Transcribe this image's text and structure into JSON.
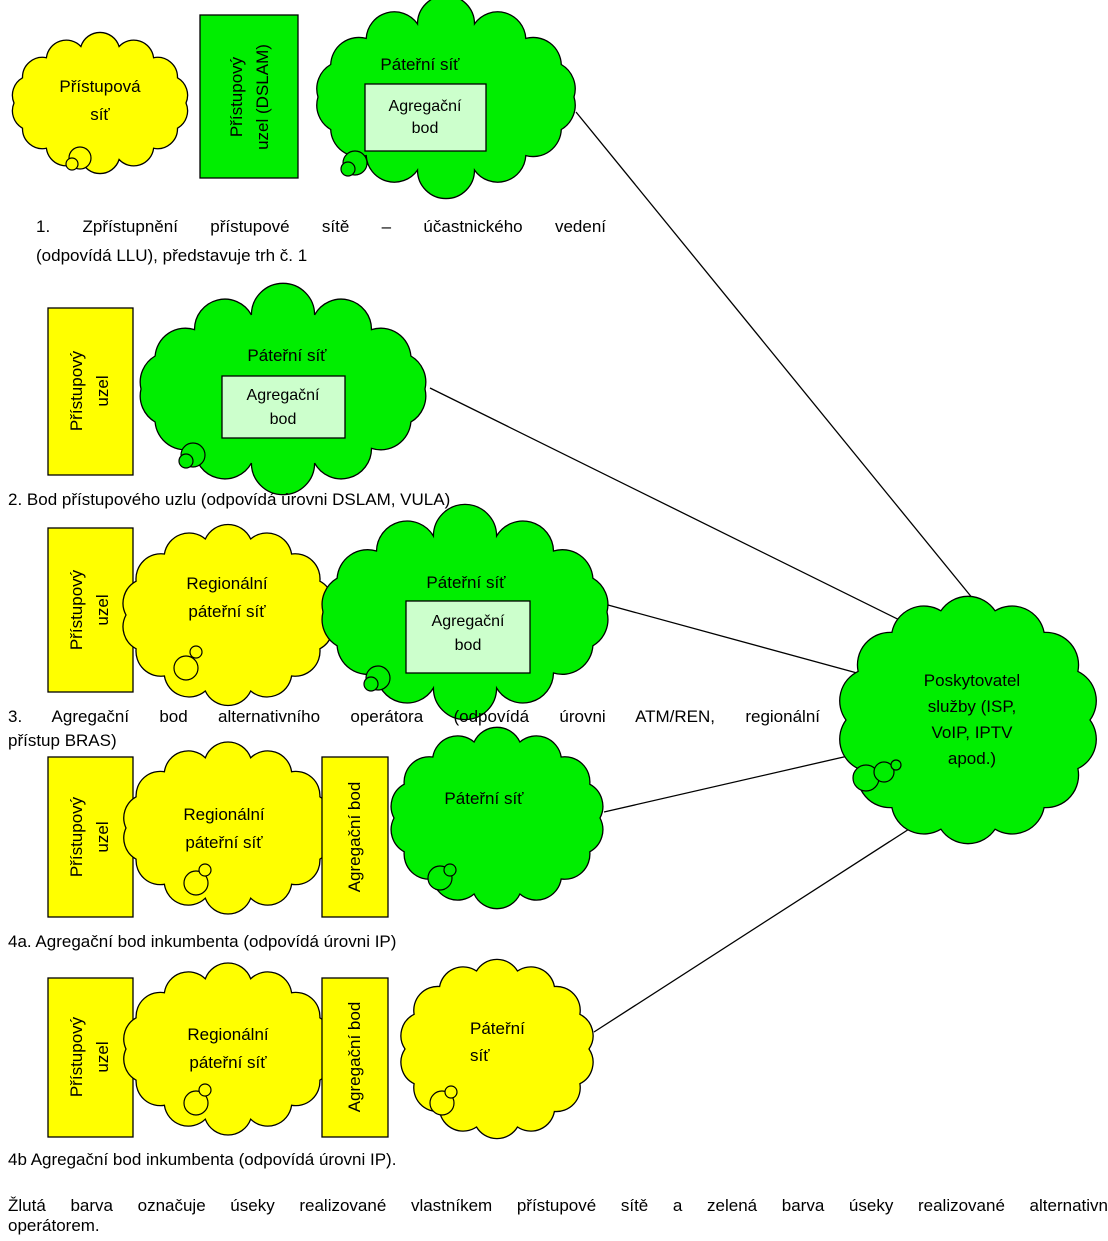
{
  "colors": {
    "owner": "#ffff00",
    "alternative": "#00ee00",
    "aggregation_box": "#ccffcc",
    "outline": "#000000"
  },
  "labels": {
    "access_net_line1": "Přístupová",
    "access_net_line2": "síť",
    "access_node_dslam_line1": "Přístupový",
    "access_node_dslam_line2": "uzel (DSLAM)",
    "backbone": "Páteřní síť",
    "backbone_line1": "Páteřní",
    "backbone_line2": "síť",
    "aggregation_line1": "Agregační",
    "aggregation_line2": "bod",
    "aggregation_vertical": "Agregační bod",
    "access_node_line1": "Přístupový",
    "access_node_line2": "uzel",
    "regional_line1": "Regionální",
    "regional_line2": "páteřní síť",
    "provider_line1": "Poskytovatel",
    "provider_line2": "služby (ISP,",
    "provider_line3": "VoIP, IPTV",
    "provider_line4": "apod.)"
  },
  "captions": {
    "c1_line1": "1. Zpřístupnění přístupové sítě – účastnického vedení",
    "c1_line2": "(odpovídá LLU), představuje trh č. 1",
    "c2": "2. Bod přístupového uzlu (odpovídá úrovni DSLAM, VULA)",
    "c3_line1": "3. Agregační bod alternativního operátora (odpovídá úrovni ATM/REN, regionální",
    "c3_line2": "přístup BRAS)",
    "c4a": "4a. Agregační bod inkumbenta (odpovídá úrovni IP)",
    "c4b": "4b Agregační bod inkumbenta (odpovídá úrovni IP).",
    "footer_line1": "Žlutá barva označuje úseky realizované vlastníkem přístupové sítě a zelená barva úseky realizované alternativn",
    "footer_line2": "operátorem."
  }
}
